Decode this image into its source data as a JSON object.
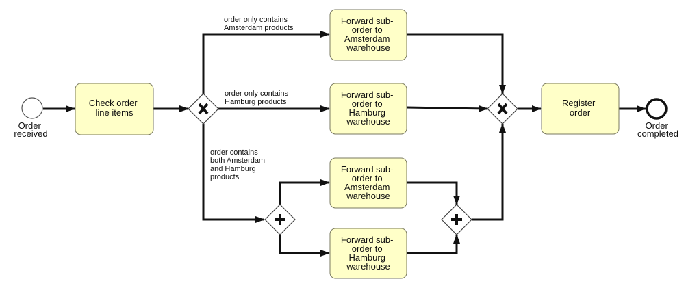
{
  "events": {
    "start": {
      "label_lines": [
        "Order",
        "received"
      ]
    },
    "end": {
      "label_lines": [
        "Order",
        "completed"
      ]
    }
  },
  "tasks": {
    "check": {
      "lines": [
        "Check order",
        "line items"
      ]
    },
    "fwd_ams_top": {
      "lines": [
        "Forward sub-",
        "order to",
        "Amsterdam",
        "warehouse"
      ]
    },
    "fwd_ham_mid": {
      "lines": [
        "Forward sub-",
        "order to",
        "Hamburg",
        "warehouse"
      ]
    },
    "fwd_ams_low": {
      "lines": [
        "Forward sub-",
        "order to",
        "Amsterdam",
        "warehouse"
      ]
    },
    "fwd_ham_low": {
      "lines": [
        "Forward sub-",
        "order to",
        "Hamburg",
        "warehouse"
      ]
    },
    "register": {
      "lines": [
        "Register",
        "order"
      ]
    }
  },
  "gateways": {
    "xor_split": {
      "type": "exclusive"
    },
    "xor_join": {
      "type": "exclusive"
    },
    "and_split": {
      "type": "parallel"
    },
    "and_join": {
      "type": "parallel"
    }
  },
  "conditions": {
    "amsterdam_only": {
      "lines": [
        "order only contains",
        "Amsterdam products"
      ]
    },
    "hamburg_only": {
      "lines": [
        "order only contains",
        "Hamburg products"
      ]
    },
    "both": {
      "lines": [
        "order contains",
        "both Amsterdam",
        "and Hamburg",
        "products"
      ]
    }
  },
  "colors": {
    "task_fill": "#ffffc8",
    "line": "#111111"
  }
}
